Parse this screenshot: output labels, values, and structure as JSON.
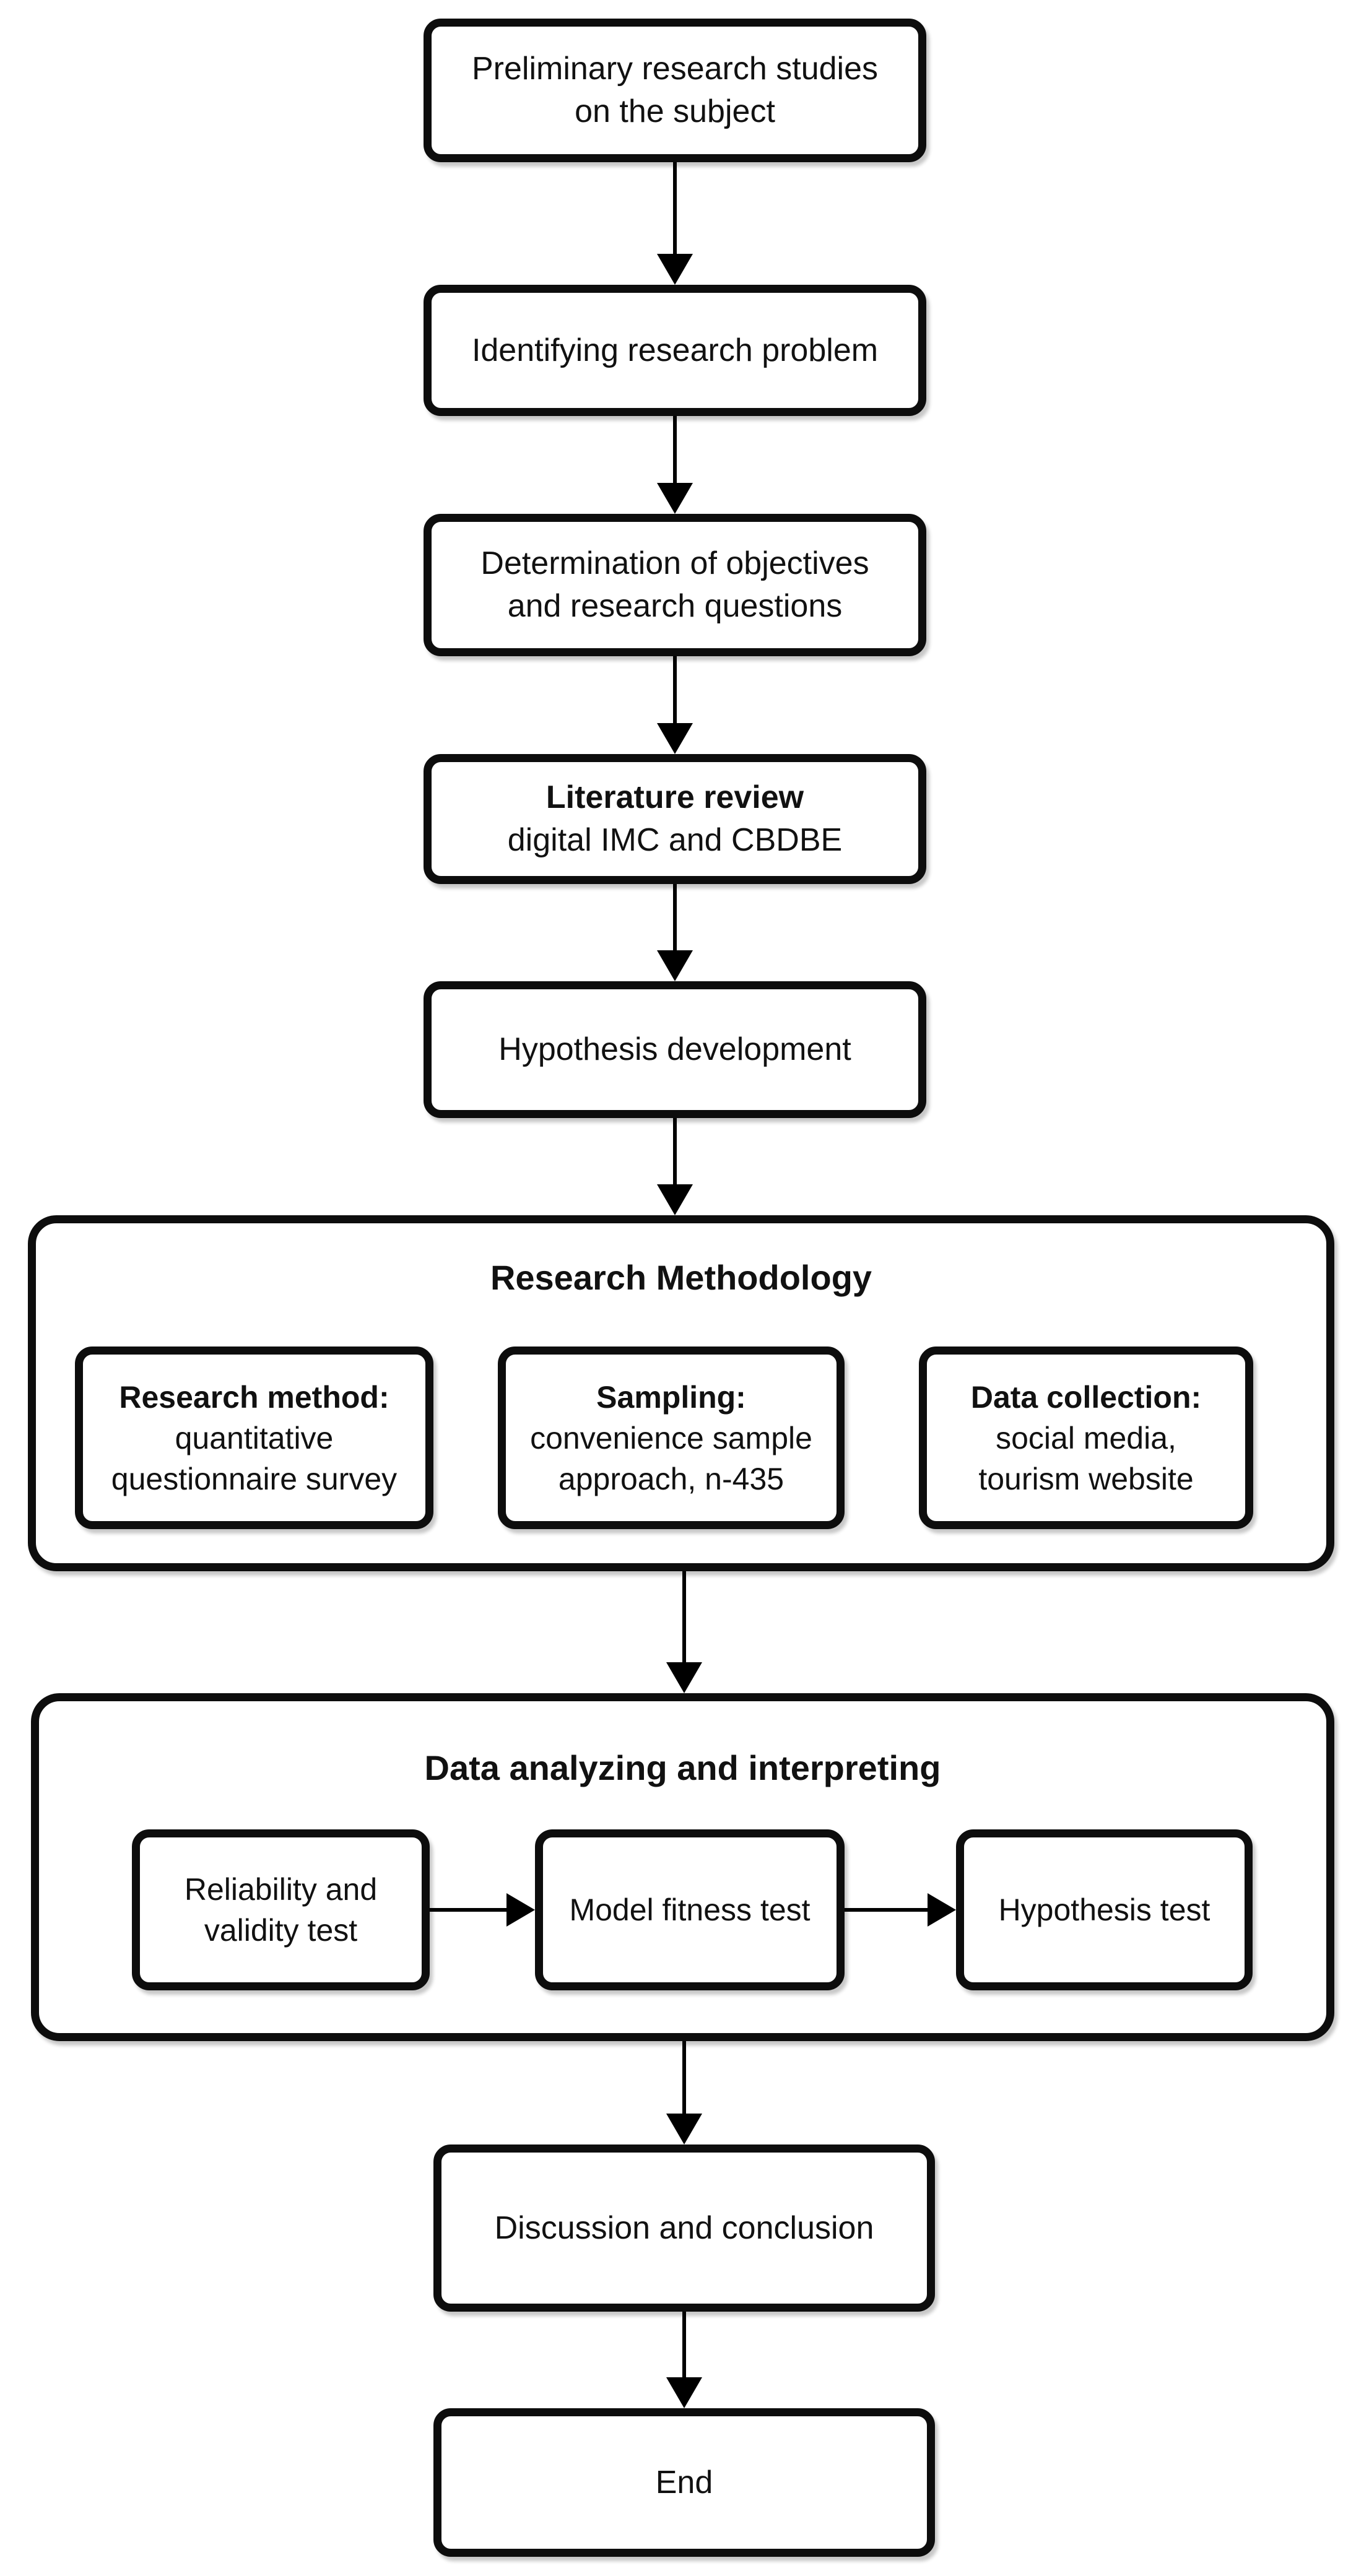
{
  "diagram": {
    "colors": {
      "background": "#ffffff",
      "stroke": "#0d0d0d",
      "text": "#111111"
    },
    "nodes": {
      "preliminary": {
        "line1": "Preliminary research studies",
        "line2": "on the subject"
      },
      "identify": {
        "line1": "Identifying research problem"
      },
      "objectives": {
        "line1": "Determination of objectives",
        "line2": "and research questions"
      },
      "literature": {
        "title": "Literature review",
        "subtitle": "digital IMC and CBDBE"
      },
      "hypothesis_dev": {
        "line1": "Hypothesis development"
      },
      "discussion": {
        "line1": "Discussion and conclusion"
      },
      "end": {
        "line1": "End"
      }
    },
    "containers": {
      "methodology": {
        "title": "Research Methodology",
        "children": {
          "method": {
            "title": "Research method:",
            "line2": "quantitative",
            "line3": "questionnaire survey"
          },
          "sampling": {
            "title": "Sampling:",
            "line2": "convenience sample",
            "line3": "approach, n-435"
          },
          "collection": {
            "title": "Data collection:",
            "line2": "social media,",
            "line3": "tourism website"
          }
        }
      },
      "analysis": {
        "title": "Data analyzing and interpreting",
        "children": {
          "reliability": {
            "line1": "Reliability and",
            "line2": "validity test"
          },
          "model_fit": {
            "line1": "Model fitness test"
          },
          "hyp_test": {
            "line1": "Hypothesis test"
          }
        }
      }
    },
    "edges": [
      {
        "from": "preliminary",
        "to": "identify"
      },
      {
        "from": "identify",
        "to": "objectives"
      },
      {
        "from": "objectives",
        "to": "literature"
      },
      {
        "from": "literature",
        "to": "hypothesis_dev"
      },
      {
        "from": "hypothesis_dev",
        "to": "methodology"
      },
      {
        "from": "methodology",
        "to": "analysis"
      },
      {
        "from": "reliability",
        "to": "model_fit"
      },
      {
        "from": "model_fit",
        "to": "hyp_test"
      },
      {
        "from": "analysis",
        "to": "discussion"
      },
      {
        "from": "discussion",
        "to": "end"
      }
    ]
  }
}
